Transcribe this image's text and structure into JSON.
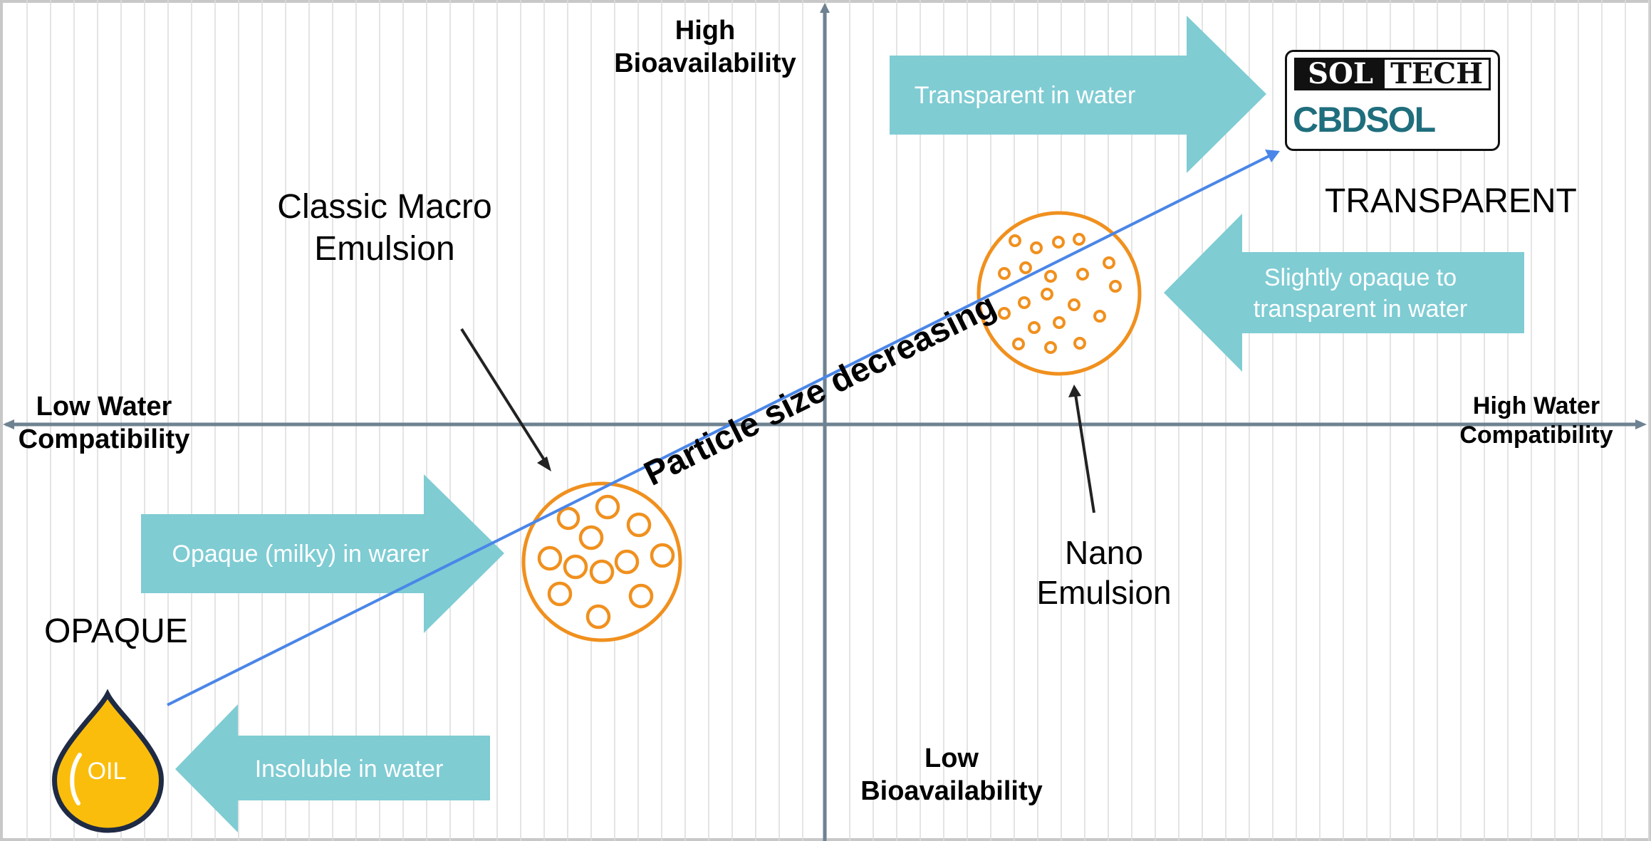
{
  "axes": {
    "top_label": "High\nBioavailability",
    "bottom_label": "Low\nBioavailability",
    "left_label": "Low Water\nCompatibility",
    "right_label": "High Water\nCompatibility"
  },
  "diagonal_label": "Particle size decreasing",
  "emulsions": {
    "macro_label": "Classic Macro\nEmulsion",
    "nano_label": "Nano\nEmulsion"
  },
  "states": {
    "opaque_label": "OPAQUE",
    "transparent_label": "TRANSPARENT"
  },
  "arrows": {
    "transparent": "Transparent in water",
    "slightly_opaque": "Slightly opaque to\ntransparent in water",
    "opaque_milky": "Opaque (milky) in warer",
    "insoluble": "Insoluble in water"
  },
  "oil_drop": {
    "label": "OIL"
  },
  "logo": {
    "sol": "SOL",
    "tech": "TECH",
    "cbdsol": "CBDSOL"
  },
  "colors": {
    "arrow_fill": "#7fccd3",
    "circle": "#f0901e",
    "axis": "#6e8291",
    "trend_line": "#4a86e8",
    "oil": "#fbbd0c",
    "oil_outline": "#1f2a44"
  }
}
